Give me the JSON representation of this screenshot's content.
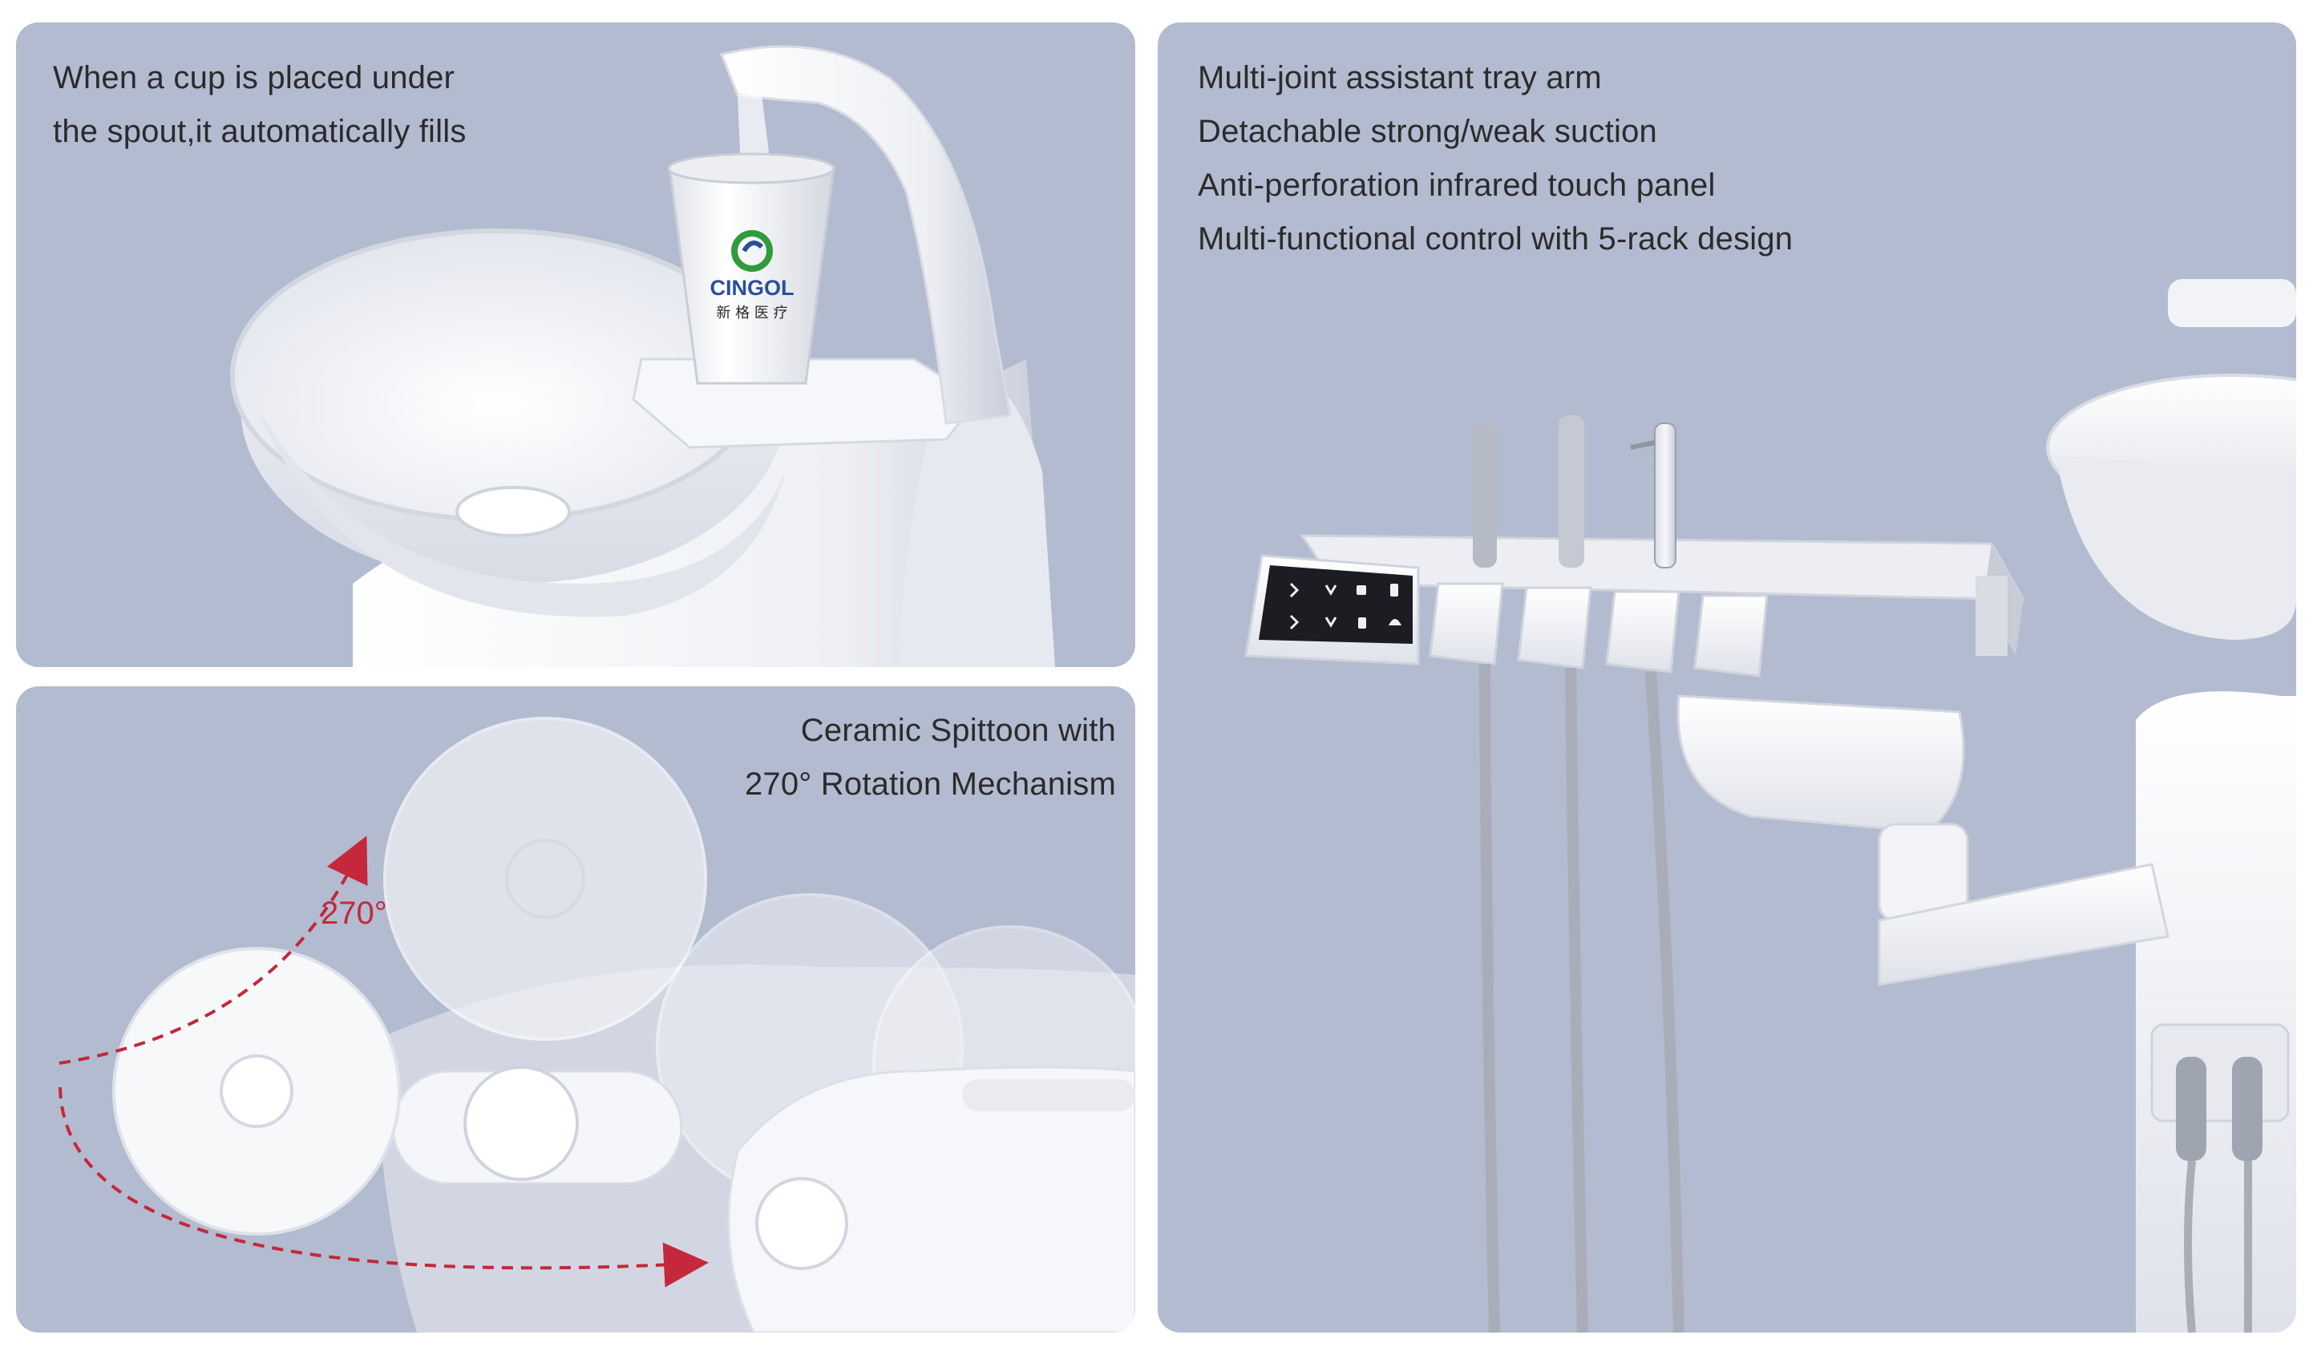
{
  "panels": {
    "cup_fill": {
      "caption": [
        "When a cup is placed under",
        "the spout,it automatically fills"
      ],
      "cup_brand": "CINGOL",
      "cup_brand_sub": "新 格 医 疗"
    },
    "spittoon": {
      "caption": [
        "Ceramic Spittoon with",
        "270° Rotation Mechanism"
      ],
      "rotation_label": "270°"
    },
    "tray_arm": {
      "caption": [
        "Multi-joint assistant tray arm",
        "Detachable strong/weak suction",
        "Anti-perforation infrared touch panel",
        "Multi-functional control with 5-rack design"
      ]
    }
  },
  "colors": {
    "panel_bg": "#b3bbd0",
    "caption_text": "#2b2b2b",
    "rotation_arrow": "#c4283a",
    "brand_green": "#2f9b3a",
    "brand_blue": "#2a4f9a"
  }
}
